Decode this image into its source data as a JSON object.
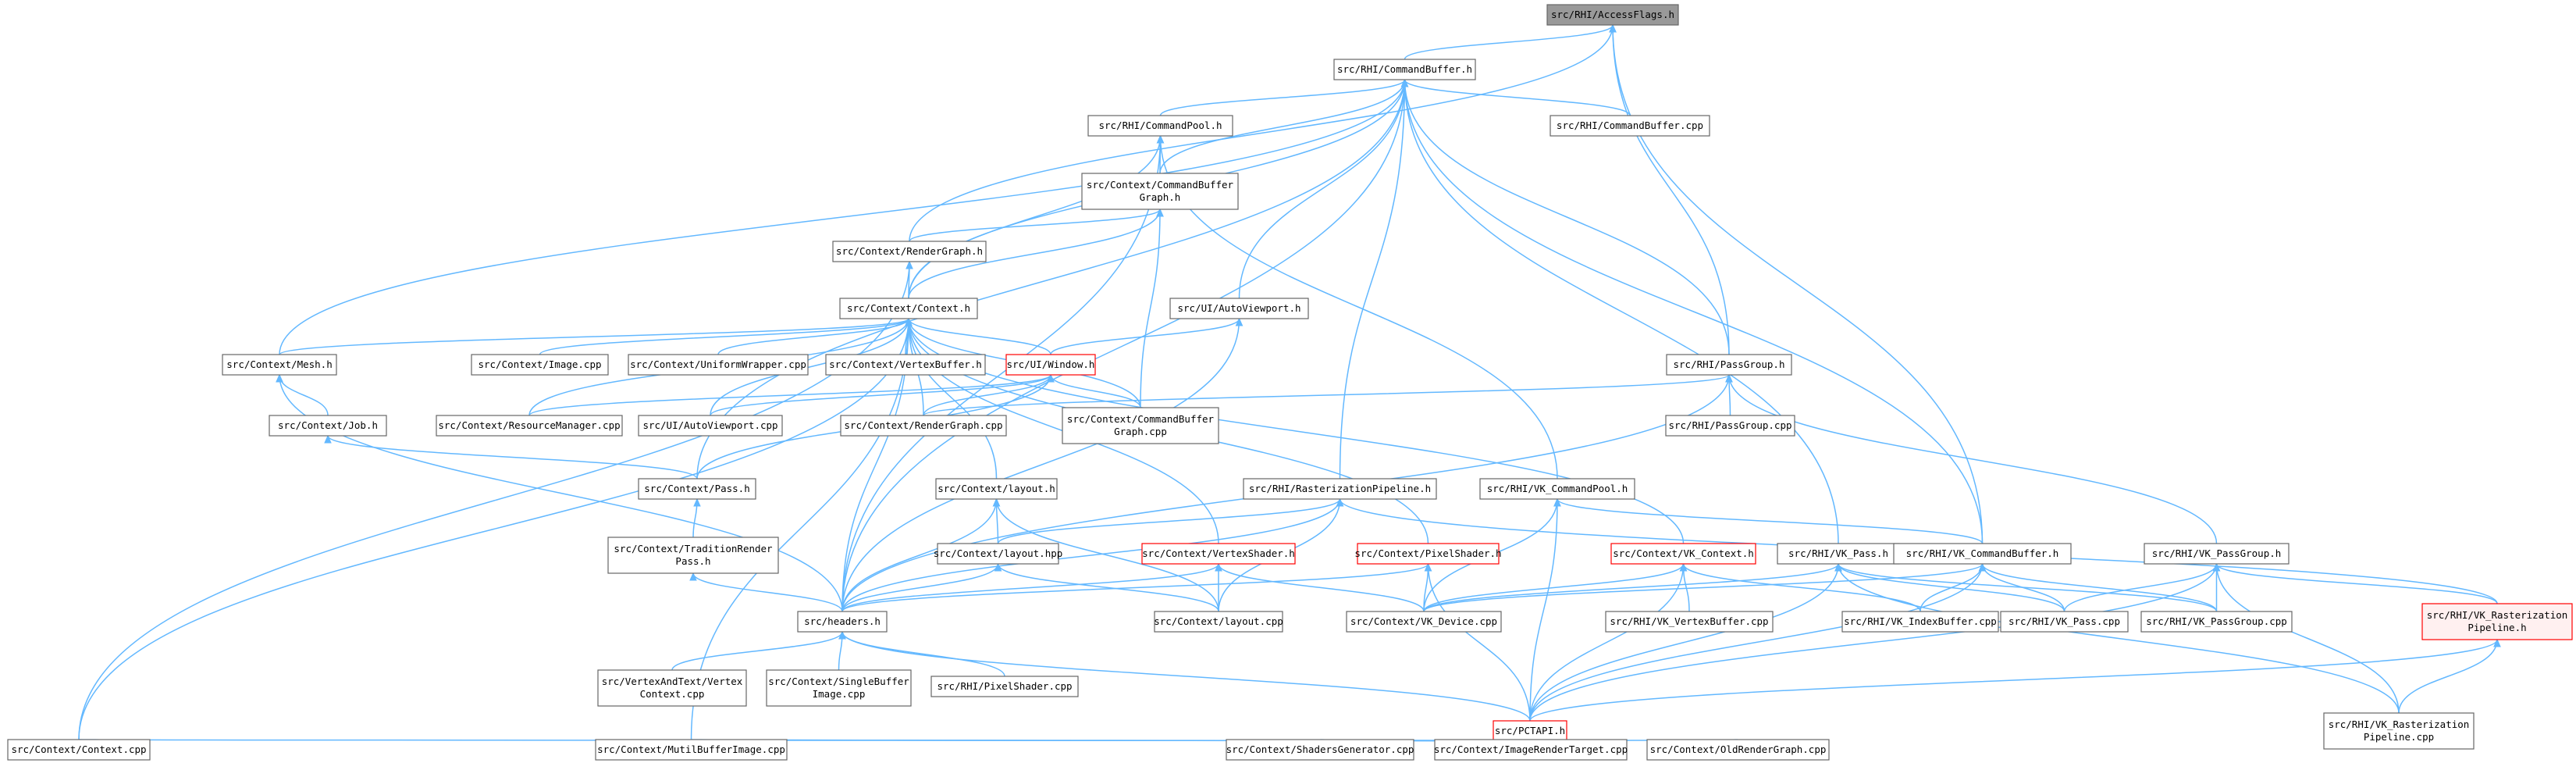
{
  "nodes": [
    {
      "id": "accessflags",
      "lines": [
        "src/RHI/AccessFlags.h"
      ],
      "variant": "root"
    },
    {
      "id": "commandbuffer_h",
      "lines": [
        "src/RHI/CommandBuffer.h"
      ],
      "variant": "normal"
    },
    {
      "id": "commandpool_h",
      "lines": [
        "src/RHI/CommandPool.h"
      ],
      "variant": "normal"
    },
    {
      "id": "commandbuffer_cpp",
      "lines": [
        "src/RHI/CommandBuffer.cpp"
      ],
      "variant": "normal"
    },
    {
      "id": "ctx_cmdbufgraph_h",
      "lines": [
        "src/Context/CommandBuffer",
        "Graph.h"
      ],
      "variant": "normal"
    },
    {
      "id": "rendergraph_h",
      "lines": [
        "src/Context/RenderGraph.h"
      ],
      "variant": "normal"
    },
    {
      "id": "context_h",
      "lines": [
        "src/Context/Context.h"
      ],
      "variant": "normal"
    },
    {
      "id": "autoviewport_h",
      "lines": [
        "src/UI/AutoViewport.h"
      ],
      "variant": "normal"
    },
    {
      "id": "mesh_h",
      "lines": [
        "src/Context/Mesh.h"
      ],
      "variant": "normal"
    },
    {
      "id": "image_cpp",
      "lines": [
        "src/Context/Image.cpp"
      ],
      "variant": "normal"
    },
    {
      "id": "uniformwrapper_cpp",
      "lines": [
        "src/Context/UniformWrapper.cpp"
      ],
      "variant": "normal"
    },
    {
      "id": "vertexbuffer_h",
      "lines": [
        "src/Context/VertexBuffer.h"
      ],
      "variant": "normal"
    },
    {
      "id": "window_h",
      "lines": [
        "src/UI/Window.h"
      ],
      "variant": "red"
    },
    {
      "id": "passgroup_h",
      "lines": [
        "src/RHI/PassGroup.h"
      ],
      "variant": "normal"
    },
    {
      "id": "job_h",
      "lines": [
        "src/Context/Job.h"
      ],
      "variant": "normal"
    },
    {
      "id": "resourcemanager_cpp",
      "lines": [
        "src/Context/ResourceManager.cpp"
      ],
      "variant": "normal"
    },
    {
      "id": "autoviewport_cpp",
      "lines": [
        "src/UI/AutoViewport.cpp"
      ],
      "variant": "normal"
    },
    {
      "id": "rendergraph_cpp",
      "lines": [
        "src/Context/RenderGraph.cpp"
      ],
      "variant": "normal"
    },
    {
      "id": "ctx_cmdbufgraph_cpp",
      "lines": [
        "src/Context/CommandBuffer",
        "Graph.cpp"
      ],
      "variant": "normal"
    },
    {
      "id": "passgroup_cpp",
      "lines": [
        "src/RHI/PassGroup.cpp"
      ],
      "variant": "normal"
    },
    {
      "id": "pass_h",
      "lines": [
        "src/Context/Pass.h"
      ],
      "variant": "normal"
    },
    {
      "id": "layout_h",
      "lines": [
        "src/Context/layout.h"
      ],
      "variant": "normal"
    },
    {
      "id": "rasterpipeline_h",
      "lines": [
        "src/RHI/RasterizationPipeline.h"
      ],
      "variant": "normal"
    },
    {
      "id": "vk_commandpool_h",
      "lines": [
        "src/RHI/VK_CommandPool.h"
      ],
      "variant": "normal"
    },
    {
      "id": "traditionrender_h",
      "lines": [
        "src/Context/TraditionRender",
        "Pass.h"
      ],
      "variant": "normal"
    },
    {
      "id": "layout_hpp",
      "lines": [
        "src/Context/layout.hpp"
      ],
      "variant": "normal"
    },
    {
      "id": "vertexshader_h",
      "lines": [
        "src/Context/VertexShader.h"
      ],
      "variant": "red"
    },
    {
      "id": "pixelshader_h",
      "lines": [
        "src/Context/PixelShader.h"
      ],
      "variant": "red"
    },
    {
      "id": "vk_context_h",
      "lines": [
        "src/Context/VK_Context.h"
      ],
      "variant": "red"
    },
    {
      "id": "vk_pass_h",
      "lines": [
        "src/RHI/VK_Pass.h"
      ],
      "variant": "normal"
    },
    {
      "id": "vk_commandbuffer_h",
      "lines": [
        "src/RHI/VK_CommandBuffer.h"
      ],
      "variant": "normal"
    },
    {
      "id": "vk_passgroup_h",
      "lines": [
        "src/RHI/VK_PassGroup.h"
      ],
      "variant": "normal"
    },
    {
      "id": "headers_h",
      "lines": [
        "src/headers.h"
      ],
      "variant": "normal"
    },
    {
      "id": "layout_cpp",
      "lines": [
        "src/Context/layout.cpp"
      ],
      "variant": "normal"
    },
    {
      "id": "vk_device_cpp",
      "lines": [
        "src/Context/VK_Device.cpp"
      ],
      "variant": "normal"
    },
    {
      "id": "vk_vertexbuffer_cpp",
      "lines": [
        "src/RHI/VK_VertexBuffer.cpp"
      ],
      "variant": "normal"
    },
    {
      "id": "vk_indexbuffer_cpp",
      "lines": [
        "src/RHI/VK_IndexBuffer.cpp"
      ],
      "variant": "normal"
    },
    {
      "id": "vk_pass_cpp",
      "lines": [
        "src/RHI/VK_Pass.cpp"
      ],
      "variant": "normal"
    },
    {
      "id": "vk_passgroup_cpp",
      "lines": [
        "src/RHI/VK_PassGroup.cpp"
      ],
      "variant": "normal"
    },
    {
      "id": "vk_rasterpipeline_h",
      "lines": [
        "src/RHI/VK_Rasterization",
        "Pipeline.h"
      ],
      "variant": "redfill"
    },
    {
      "id": "vertexandtext_cpp",
      "lines": [
        "src/VertexAndText/Vertex",
        "Context.cpp"
      ],
      "variant": "normal"
    },
    {
      "id": "singlebuffer_cpp",
      "lines": [
        "src/Context/SingleBuffer",
        "Image.cpp"
      ],
      "variant": "normal"
    },
    {
      "id": "rhi_pixelshader_cpp",
      "lines": [
        "src/RHI/PixelShader.cpp"
      ],
      "variant": "normal"
    },
    {
      "id": "pctapi_h",
      "lines": [
        "src/PCTAPI.h"
      ],
      "variant": "red"
    },
    {
      "id": "vk_rasterpipeline_cpp",
      "lines": [
        "src/RHI/VK_Rasterization",
        "Pipeline.cpp"
      ],
      "variant": "normal"
    },
    {
      "id": "context_cpp",
      "lines": [
        "src/Context/Context.cpp"
      ],
      "variant": "normal"
    },
    {
      "id": "multibuffer_cpp",
      "lines": [
        "src/Context/MutilBufferImage.cpp"
      ],
      "variant": "normal"
    },
    {
      "id": "shadersgen_cpp",
      "lines": [
        "src/Context/ShadersGenerator.cpp"
      ],
      "variant": "normal"
    },
    {
      "id": "imagerendertarget_cpp",
      "lines": [
        "src/Context/ImageRenderTarget.cpp"
      ],
      "variant": "normal"
    },
    {
      "id": "oldrendergraph_cpp",
      "lines": [
        "src/Context/OldRenderGraph.cpp"
      ],
      "variant": "normal"
    }
  ],
  "edges": [
    [
      "commandbuffer_h",
      "accessflags"
    ],
    [
      "rendergraph_h",
      "accessflags"
    ],
    [
      "passgroup_h",
      "accessflags"
    ],
    [
      "vk_commandbuffer_h",
      "accessflags"
    ],
    [
      "commandpool_h",
      "commandbuffer_h"
    ],
    [
      "commandbuffer_cpp",
      "commandbuffer_h"
    ],
    [
      "ctx_cmdbufgraph_h",
      "commandbuffer_h"
    ],
    [
      "context_h",
      "commandbuffer_h"
    ],
    [
      "mesh_h",
      "commandbuffer_h"
    ],
    [
      "headers_h",
      "commandbuffer_h"
    ],
    [
      "autoviewport_h",
      "commandbuffer_h"
    ],
    [
      "passgroup_h",
      "commandbuffer_h"
    ],
    [
      "rasterpipeline_h",
      "commandbuffer_h"
    ],
    [
      "vk_commandbuffer_h",
      "commandbuffer_h"
    ],
    [
      "vk_pass_h",
      "commandbuffer_h"
    ],
    [
      "pass_h",
      "commandbuffer_h"
    ],
    [
      "ctx_cmdbufgraph_h",
      "commandpool_h"
    ],
    [
      "context_h",
      "commandpool_h"
    ],
    [
      "headers_h",
      "commandpool_h"
    ],
    [
      "vk_commandpool_h",
      "commandpool_h"
    ],
    [
      "rendergraph_h",
      "ctx_cmdbufgraph_h"
    ],
    [
      "context_h",
      "ctx_cmdbufgraph_h"
    ],
    [
      "ctx_cmdbufgraph_cpp",
      "ctx_cmdbufgraph_h"
    ],
    [
      "context_h",
      "rendergraph_h"
    ],
    [
      "context_cpp",
      "rendergraph_h"
    ],
    [
      "mesh_h",
      "context_h"
    ],
    [
      "image_cpp",
      "context_h"
    ],
    [
      "uniformwrapper_cpp",
      "context_h"
    ],
    [
      "vertexbuffer_h",
      "context_h"
    ],
    [
      "window_h",
      "context_h"
    ],
    [
      "resourcemanager_cpp",
      "context_h"
    ],
    [
      "autoviewport_cpp",
      "context_h"
    ],
    [
      "rendergraph_cpp",
      "context_h"
    ],
    [
      "ctx_cmdbufgraph_cpp",
      "context_h"
    ],
    [
      "layout_h",
      "context_h"
    ],
    [
      "vertexshader_h",
      "context_h"
    ],
    [
      "pixelshader_h",
      "context_h"
    ],
    [
      "vk_context_h",
      "context_h"
    ],
    [
      "headers_h",
      "context_h"
    ],
    [
      "context_cpp",
      "context_h"
    ],
    [
      "multibuffer_cpp",
      "context_h"
    ],
    [
      "window_h",
      "autoviewport_h"
    ],
    [
      "headers_h",
      "autoviewport_h"
    ],
    [
      "job_h",
      "mesh_h"
    ],
    [
      "headers_h",
      "mesh_h"
    ],
    [
      "resourcemanager_cpp",
      "window_h"
    ],
    [
      "autoviewport_cpp",
      "window_h"
    ],
    [
      "rendergraph_cpp",
      "window_h"
    ],
    [
      "ctx_cmdbufgraph_cpp",
      "window_h"
    ],
    [
      "pass_h",
      "window_h"
    ],
    [
      "passgroup_cpp",
      "passgroup_h"
    ],
    [
      "rendergraph_cpp",
      "passgroup_h"
    ],
    [
      "vk_passgroup_h",
      "passgroup_h"
    ],
    [
      "headers_h",
      "passgroup_h"
    ],
    [
      "pass_h",
      "job_h"
    ],
    [
      "traditionrender_h",
      "pass_h"
    ],
    [
      "layout_hpp",
      "layout_h"
    ],
    [
      "layout_cpp",
      "layout_h"
    ],
    [
      "headers_h",
      "layout_h"
    ],
    [
      "layout_hpp",
      "rasterpipeline_h"
    ],
    [
      "layout_cpp",
      "rasterpipeline_h"
    ],
    [
      "headers_h",
      "rasterpipeline_h"
    ],
    [
      "vk_rasterpipeline_h",
      "rasterpipeline_h"
    ],
    [
      "vk_commandbuffer_h",
      "vk_commandpool_h"
    ],
    [
      "vk_device_cpp",
      "vk_commandpool_h"
    ],
    [
      "pctapi_h",
      "vk_commandpool_h"
    ],
    [
      "headers_h",
      "traditionrender_h"
    ],
    [
      "headers_h",
      "layout_hpp"
    ],
    [
      "layout_cpp",
      "layout_hpp"
    ],
    [
      "headers_h",
      "vertexshader_h"
    ],
    [
      "layout_cpp",
      "vertexshader_h"
    ],
    [
      "vk_device_cpp",
      "vertexshader_h"
    ],
    [
      "headers_h",
      "pixelshader_h"
    ],
    [
      "vk_device_cpp",
      "pixelshader_h"
    ],
    [
      "pctapi_h",
      "pixelshader_h"
    ],
    [
      "vk_device_cpp",
      "vk_context_h"
    ],
    [
      "vk_vertexbuffer_cpp",
      "vk_context_h"
    ],
    [
      "vk_indexbuffer_cpp",
      "vk_context_h"
    ],
    [
      "pctapi_h",
      "vk_context_h"
    ],
    [
      "vk_device_cpp",
      "vk_pass_h"
    ],
    [
      "vk_pass_cpp",
      "vk_pass_h"
    ],
    [
      "vk_passgroup_cpp",
      "vk_pass_h"
    ],
    [
      "pctapi_h",
      "vk_pass_h"
    ],
    [
      "vk_rasterpipeline_cpp",
      "vk_pass_h"
    ],
    [
      "vk_device_cpp",
      "vk_commandbuffer_h"
    ],
    [
      "vk_indexbuffer_cpp",
      "vk_commandbuffer_h"
    ],
    [
      "vk_pass_cpp",
      "vk_commandbuffer_h"
    ],
    [
      "vk_passgroup_cpp",
      "vk_commandbuffer_h"
    ],
    [
      "pctapi_h",
      "vk_commandbuffer_h"
    ],
    [
      "vk_pass_cpp",
      "vk_passgroup_h"
    ],
    [
      "vk_passgroup_cpp",
      "vk_passgroup_h"
    ],
    [
      "vk_rasterpipeline_h",
      "vk_passgroup_h"
    ],
    [
      "pctapi_h",
      "vk_passgroup_h"
    ],
    [
      "vk_rasterpipeline_cpp",
      "vk_passgroup_h"
    ],
    [
      "pctapi_h",
      "vk_rasterpipeline_h"
    ],
    [
      "vk_rasterpipeline_cpp",
      "vk_rasterpipeline_h"
    ],
    [
      "vertexandtext_cpp",
      "headers_h"
    ],
    [
      "singlebuffer_cpp",
      "headers_h"
    ],
    [
      "rhi_pixelshader_cpp",
      "headers_h"
    ],
    [
      "pctapi_h",
      "headers_h"
    ],
    [
      "context_cpp",
      "pctapi_h"
    ],
    [
      "multibuffer_cpp",
      "pctapi_h"
    ],
    [
      "shadersgen_cpp",
      "pctapi_h"
    ],
    [
      "imagerendertarget_cpp",
      "pctapi_h"
    ],
    [
      "oldrendergraph_cpp",
      "pctapi_h"
    ]
  ]
}
